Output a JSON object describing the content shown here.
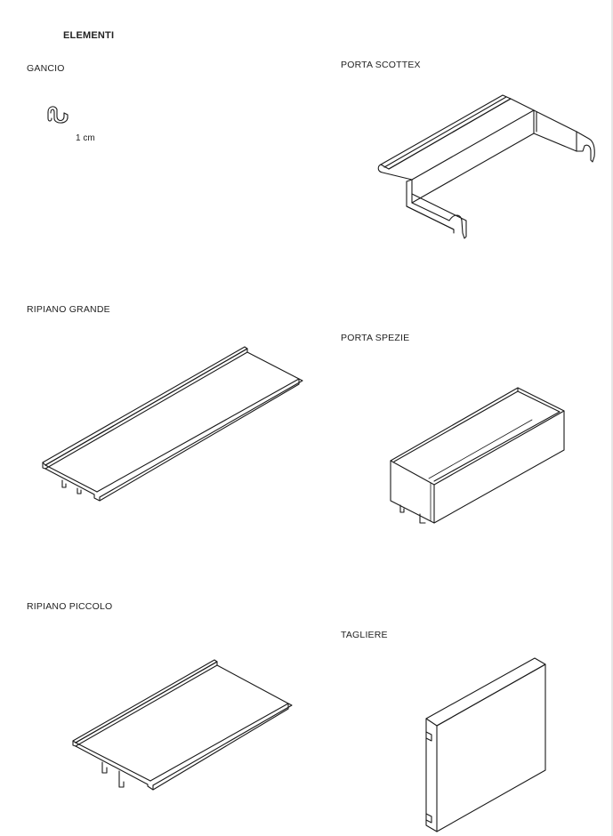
{
  "page": {
    "title": "ELEMENTI"
  },
  "elements": [
    {
      "label": "GANCIO",
      "note": "1 cm"
    },
    {
      "label": "PORTA SCOTTEX"
    },
    {
      "label": "RIPIANO GRANDE"
    },
    {
      "label": "PORTA SPEZIE"
    },
    {
      "label": "RIPIANO PICCOLO"
    },
    {
      "label": "TAGLIERE"
    }
  ],
  "colors": {
    "ink": "#1a1a1a",
    "background": "#ffffff"
  }
}
